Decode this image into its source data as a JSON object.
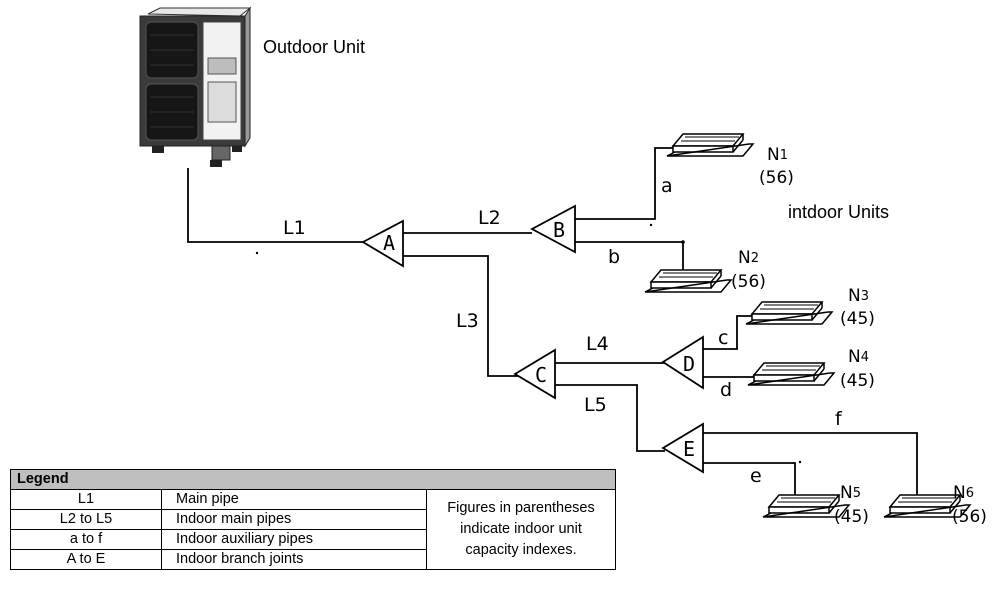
{
  "outdoor_unit_label": "Outdoor Unit",
  "indoor_units_label": "intdoor Units",
  "pipes": {
    "L1": "L1",
    "L2": "L2",
    "L3": "L3",
    "L4": "L4",
    "L5": "L5",
    "a": "a",
    "b": "b",
    "c": "c",
    "d": "d",
    "e": "e",
    "f": "f"
  },
  "joints": {
    "A": "A",
    "B": "B",
    "C": "C",
    "D": "D",
    "E": "E"
  },
  "indoor_units": [
    {
      "id": "N",
      "sub": "1",
      "capacity": "(56)"
    },
    {
      "id": "N",
      "sub": "2",
      "capacity": "(56)"
    },
    {
      "id": "N",
      "sub": "3",
      "capacity": "(45)"
    },
    {
      "id": "N",
      "sub": "4",
      "capacity": "(45)"
    },
    {
      "id": "N",
      "sub": "5",
      "capacity": "(45)"
    },
    {
      "id": "N",
      "sub": "6",
      "capacity": "(56)"
    }
  ],
  "legend": {
    "title": "Legend",
    "rows": [
      {
        "code": "L1",
        "meaning": "Main pipe"
      },
      {
        "code": "L2 to L5",
        "meaning": "Indoor main pipes"
      },
      {
        "code": "a to f",
        "meaning": "Indoor auxiliary pipes"
      },
      {
        "code": "A to E",
        "meaning": "Indoor branch joints"
      }
    ],
    "note": "Figures in parentheses indicate indoor unit capacity indexes."
  }
}
